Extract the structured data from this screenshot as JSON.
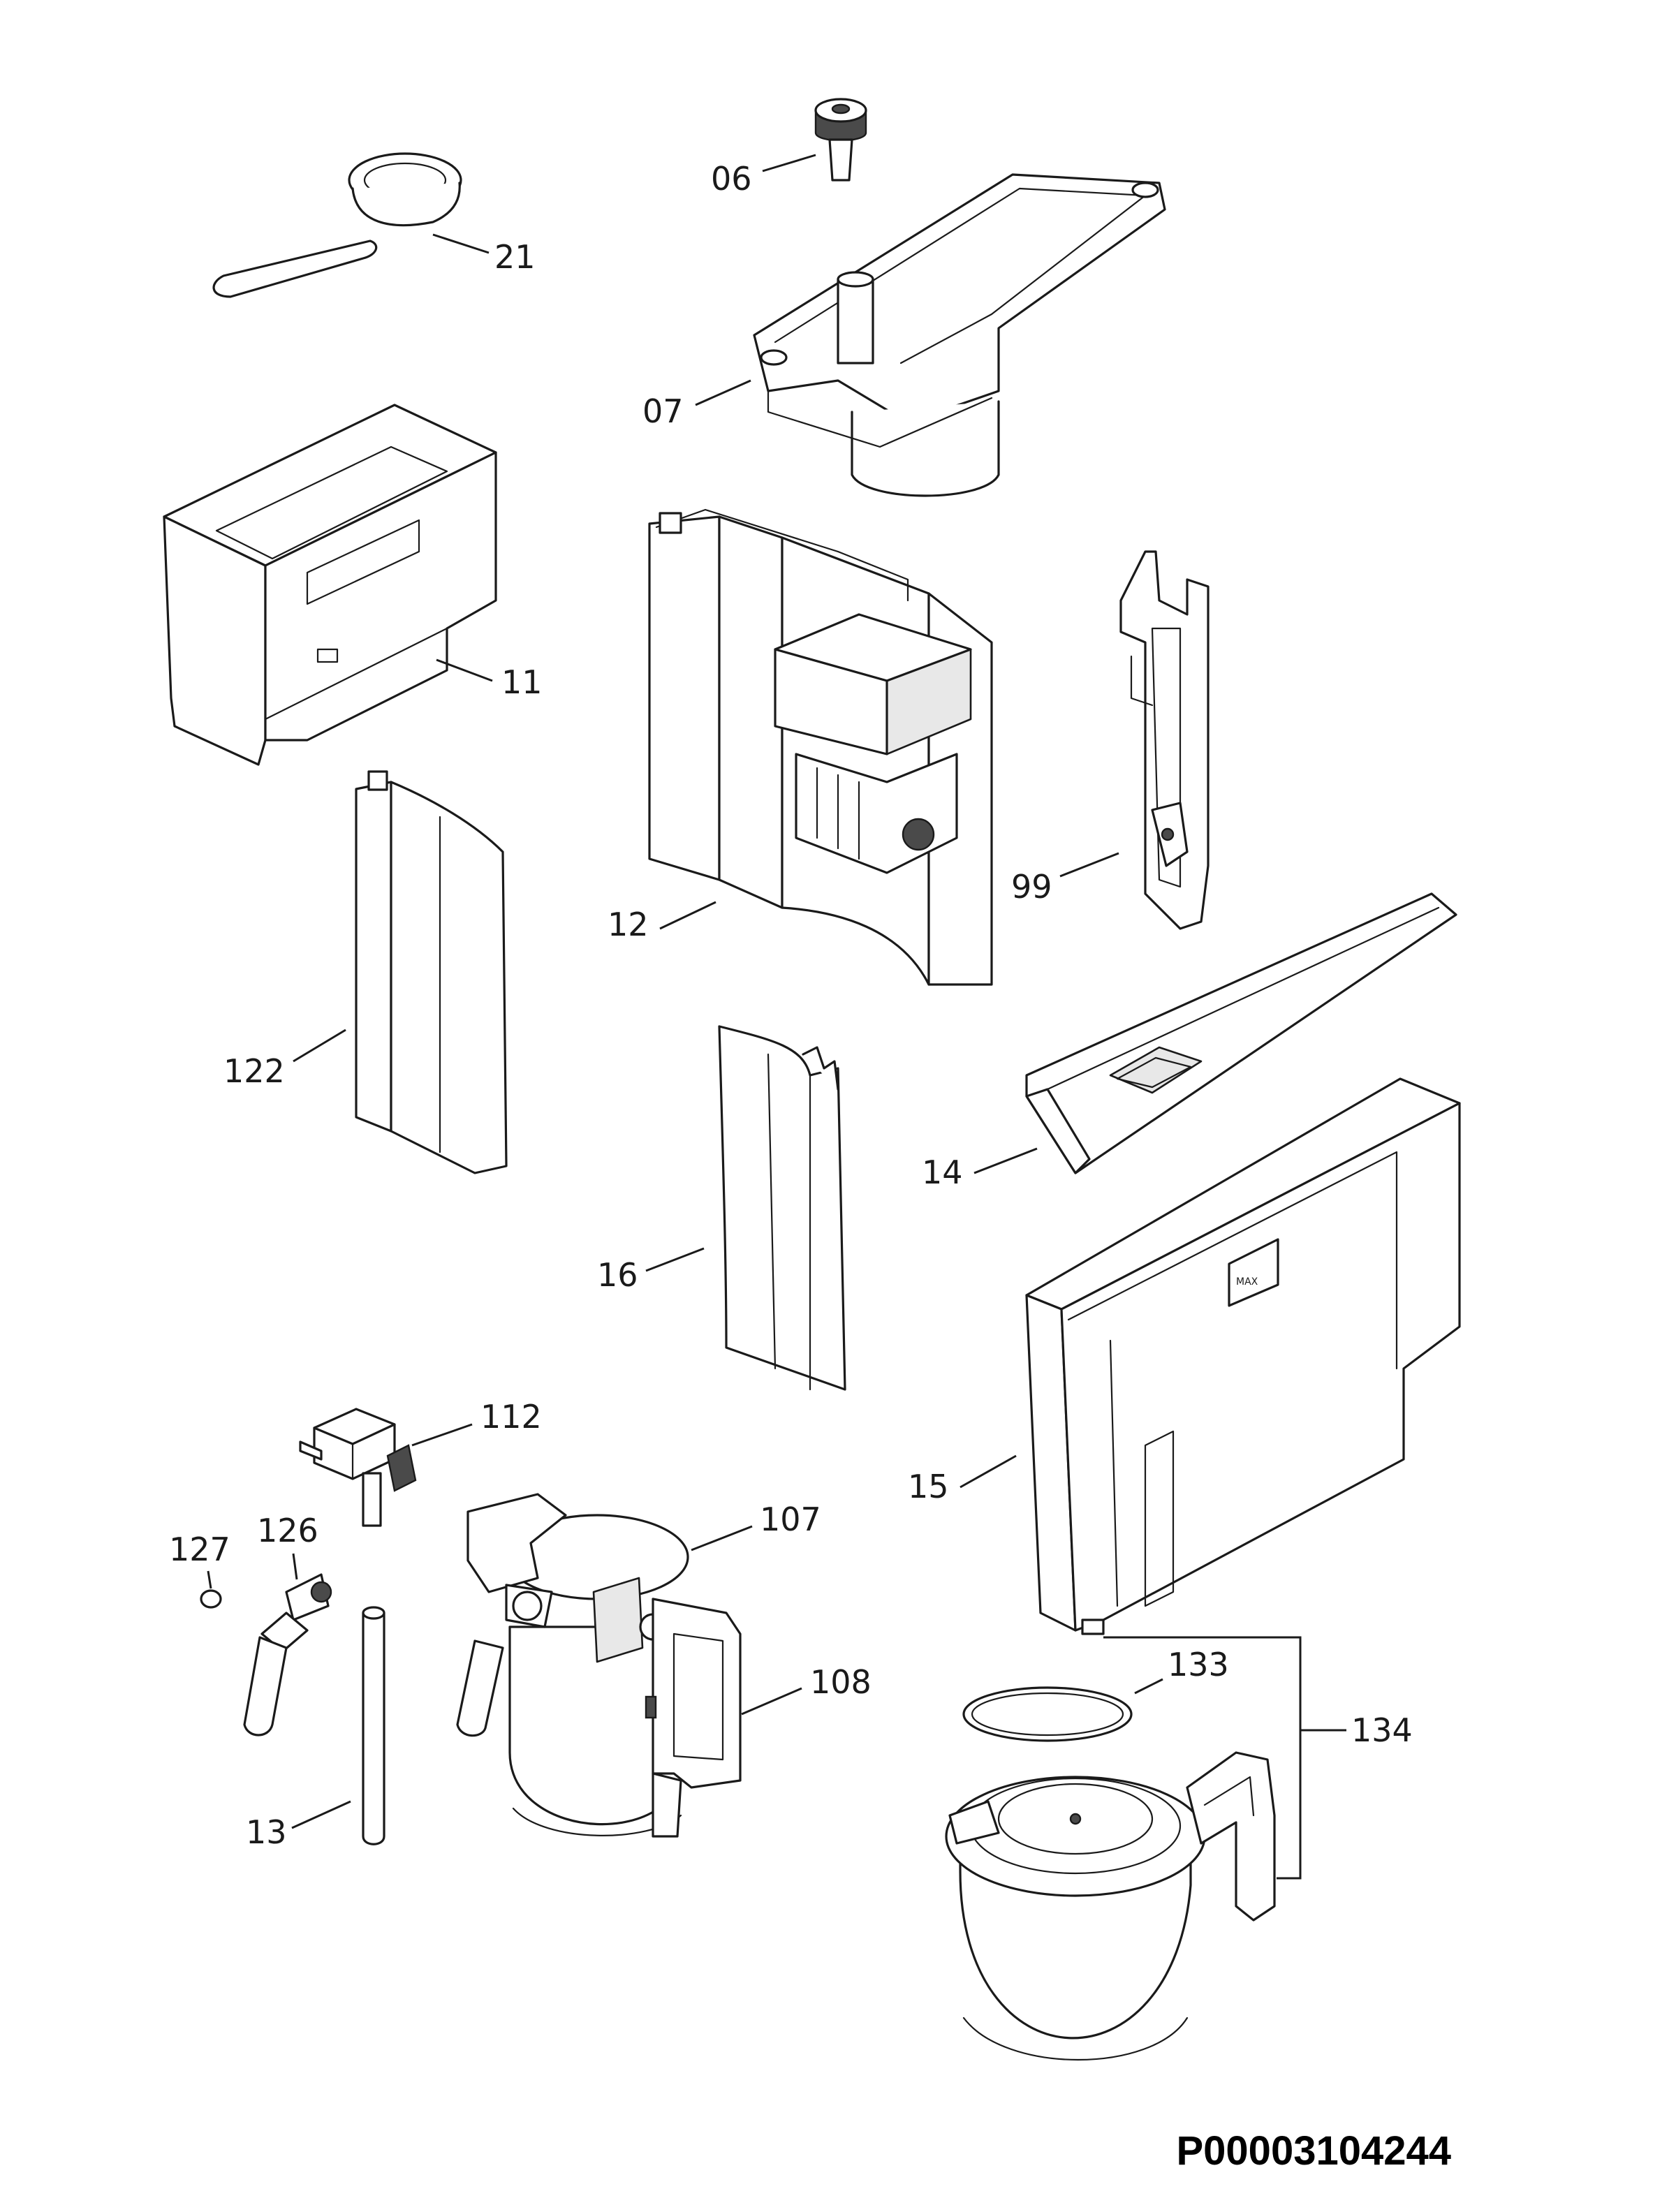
{
  "document_id": "P00003104244",
  "callouts": {
    "p06": "06",
    "p21": "21",
    "p07": "07",
    "p11": "11",
    "p12": "12",
    "p99": "99",
    "p122": "122",
    "p14": "14",
    "p16": "16",
    "p112": "112",
    "p15": "15",
    "p107": "107",
    "p127": "127",
    "p126": "126",
    "p108": "108",
    "p133": "133",
    "p134": "134",
    "p13": "13"
  }
}
